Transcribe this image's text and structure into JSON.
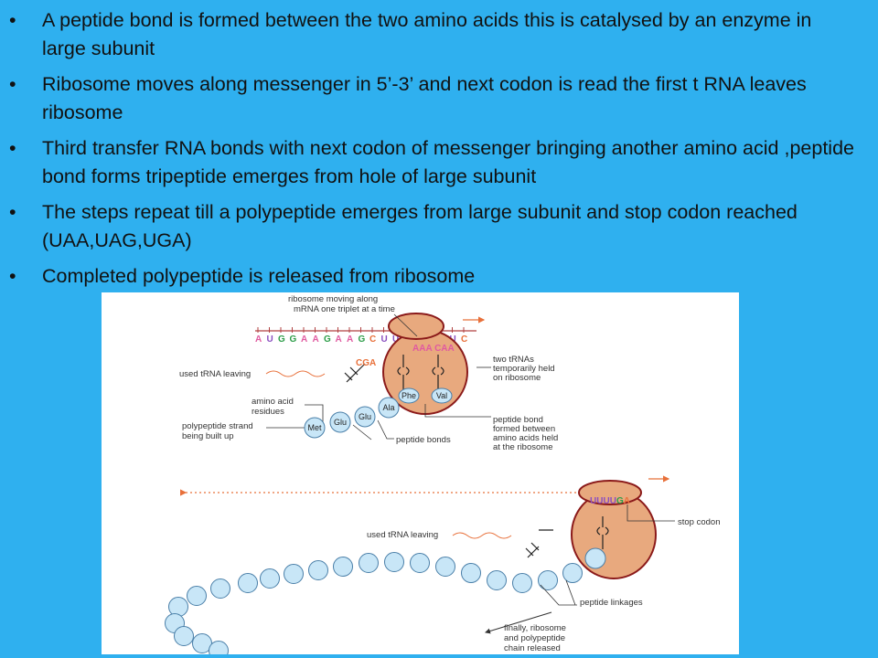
{
  "bullets": [
    "A peptide bond is formed between the two amino acids this is catalysed by an enzyme in large subunit",
    "Ribosome moves along messenger in 5’-3’ and next codon is read the first t RNA leaves ribosome",
    "Third transfer RNA bonds with next codon of messenger bringing another amino acid ,peptide bond forms tripeptide emerges from hole of large subunit",
    "The steps repeat till a polypeptide emerges from large subunit and stop codon reached (UAA,UAG,UGA)",
    "Completed polypeptide is released from ribosome"
  ],
  "bullet_symbol": "•",
  "figure": {
    "top_panel": {
      "mrna_sequence": [
        "A",
        "U",
        "G",
        "G",
        "A",
        "A",
        "G",
        "A",
        "A",
        "G",
        "C",
        "U",
        "U",
        "U",
        "U",
        "G",
        "U",
        "U",
        "C"
      ],
      "anticodons_in_ribosome": "AAA CAA",
      "leaving_anticodon": "CGA",
      "label_ribosome_moving": [
        "ribosome moving along",
        "mRNA one triplet at a time"
      ],
      "label_used_trna": "used tRNA leaving",
      "label_two_trnas": [
        "two tRNAs",
        "temporarily held",
        "on ribosome"
      ],
      "label_amino_acid_residues": [
        "amino acid",
        "residues"
      ],
      "label_polypeptide_strand": [
        "polypeptide strand",
        "being built up"
      ],
      "label_peptide_bond": [
        "peptide bond",
        "formed between",
        "amino acids held",
        "at the ribosome"
      ],
      "label_peptide_bonds": "peptide bonds",
      "chain_amino_acids": [
        "Met",
        "Glu",
        "Glu",
        "Ala"
      ],
      "held_amino_acids": [
        "Phe",
        "Val"
      ]
    },
    "bottom_panel": {
      "stop_codon_sequence": [
        "U",
        "U",
        "U",
        "U",
        "G",
        "A"
      ],
      "label_stop_codon": "stop codon",
      "label_used_trna": "used tRNA leaving",
      "label_peptide_linkages": "peptide linkages",
      "label_released": [
        "finally, ribosome",
        "and polypeptide",
        "chain released"
      ]
    },
    "colors": {
      "ribosome_fill": "#e8a97e",
      "ribosome_stroke": "#8b1a1a",
      "amino_acid_fill": "#c8e6f7",
      "amino_acid_stroke": "#4a7fa8",
      "arrow_color": "#e8703a",
      "background": "#2fb0ef"
    }
  }
}
